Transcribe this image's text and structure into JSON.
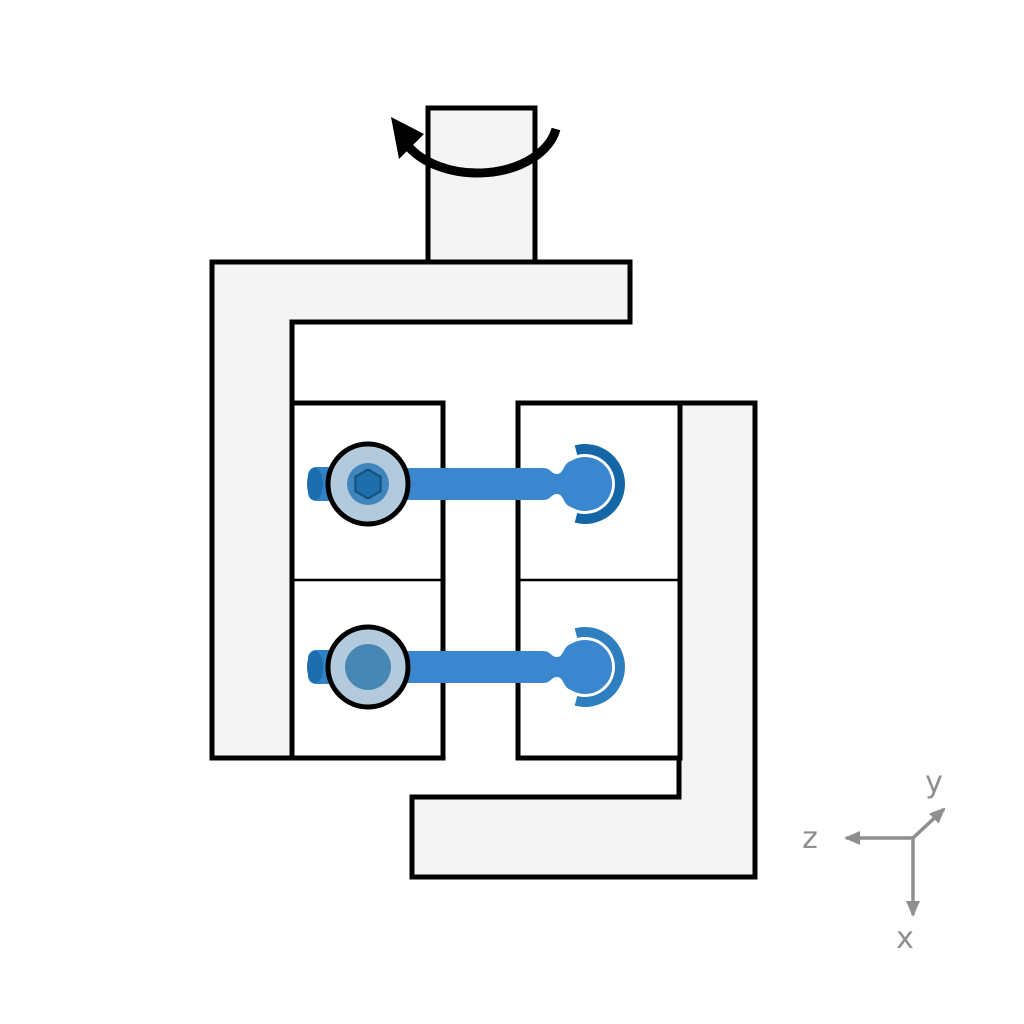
{
  "diagram": {
    "axis_triad": {
      "x_label": "x",
      "y_label": "y",
      "z_label": "z",
      "color": "#8f8f8f"
    },
    "colors": {
      "background": "#ffffff",
      "structure_fill": "#f4f4f4",
      "block_fill": "#ffffff",
      "outline": "#000000",
      "rotation_arrow": "#000000",
      "bolt_shaft_blue": "#3a87cf",
      "bolt_tab_blue": "#3181c6",
      "bolt_tab_cap_blue": "#1c6dad",
      "bolt_head_washer": "#b3c9dc",
      "bolt_head_inner_upper": "#3e86bd",
      "bolt_head_inner_lower": "#4787b3",
      "hex_socket_fill": "#1d6fa9",
      "hex_socket_stroke": "#134f7e",
      "socket_arc_upper": "#1566a6",
      "socket_arc_lower": "#2e7fc0"
    }
  }
}
